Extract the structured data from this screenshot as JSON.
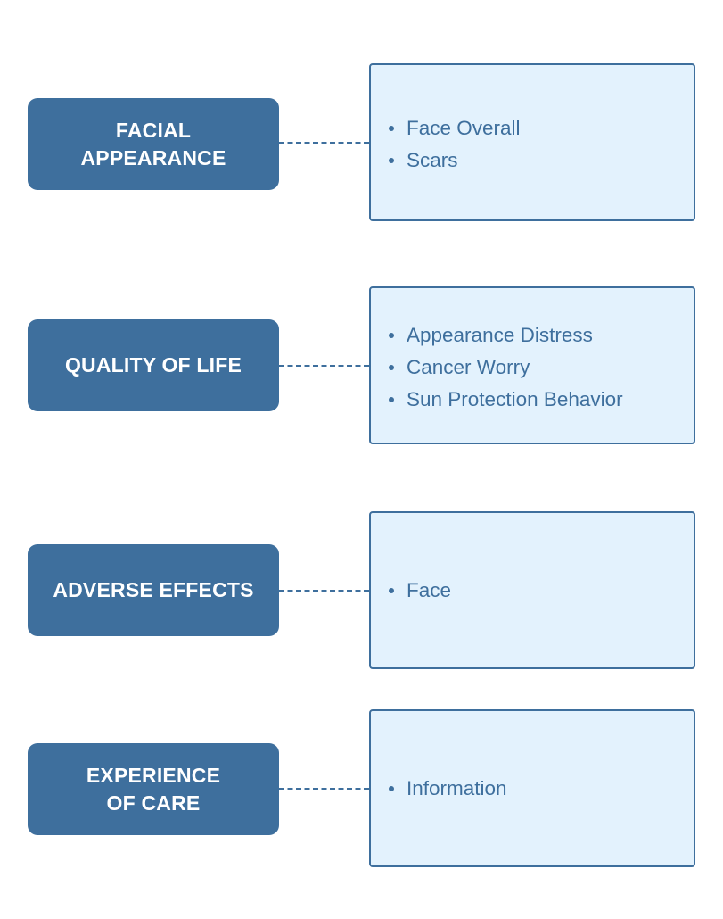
{
  "colors": {
    "category_fill": "#3e6f9d",
    "category_text": "#ffffff",
    "detail_fill": "#e3f2fd",
    "detail_border": "#3e6f9d",
    "detail_text": "#3e6f9d"
  },
  "diagram": {
    "rows": [
      {
        "category": "FACIAL\nAPPEARANCE",
        "items": [
          "Face Overall",
          "Scars"
        ]
      },
      {
        "category": "QUALITY OF LIFE",
        "items": [
          "Appearance Distress",
          "Cancer Worry",
          "Sun Protection Behavior"
        ]
      },
      {
        "category": "ADVERSE EFFECTS",
        "items": [
          "Face"
        ]
      },
      {
        "category": "EXPERIENCE\nOF CARE",
        "items": [
          "Information"
        ]
      }
    ]
  }
}
